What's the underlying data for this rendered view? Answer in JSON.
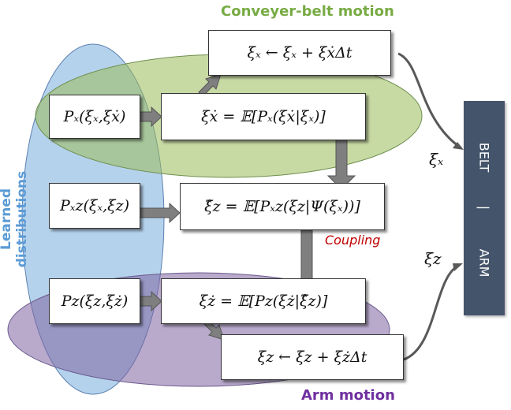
{
  "titles": {
    "belt_motion": "Conveyer-belt motion",
    "arm_motion": "Arm motion",
    "learned": "Learned distributions",
    "coupling": "Coupling"
  },
  "boxes": {
    "belt_update": "ξₓ ← ξₓ + ξẋΔt",
    "px_dist": "Pₓ(ξₓ,ξẋ)",
    "belt_vel": "ξẋ =  𝔼[Pₓ(ξẋ|ξₓ)]",
    "pxz_dist": "Pₓz(ξₓ,ξz)",
    "coupling_expr": "ξ̂z =  𝔼[Pₓz(ξz|Ψ(ξₓ))]",
    "pz_dist": "Pz(ξz,ξż)",
    "arm_vel": "ξż =  𝔼[Pz(ξż|ξ̂z)]",
    "arm_update": "ξz ← ξz + ξżΔt"
  },
  "signals": {
    "belt": "ξₓ",
    "arm": "ξz"
  },
  "panel": {
    "top": "BELT",
    "separator": "|",
    "bottom": "ARM"
  },
  "colors": {
    "belt_region": "#9bbb59",
    "arm_region": "#8064a2",
    "learned_region": "#5b9bd5",
    "panel": "#44546a",
    "arrow": "#7f7f7f"
  }
}
